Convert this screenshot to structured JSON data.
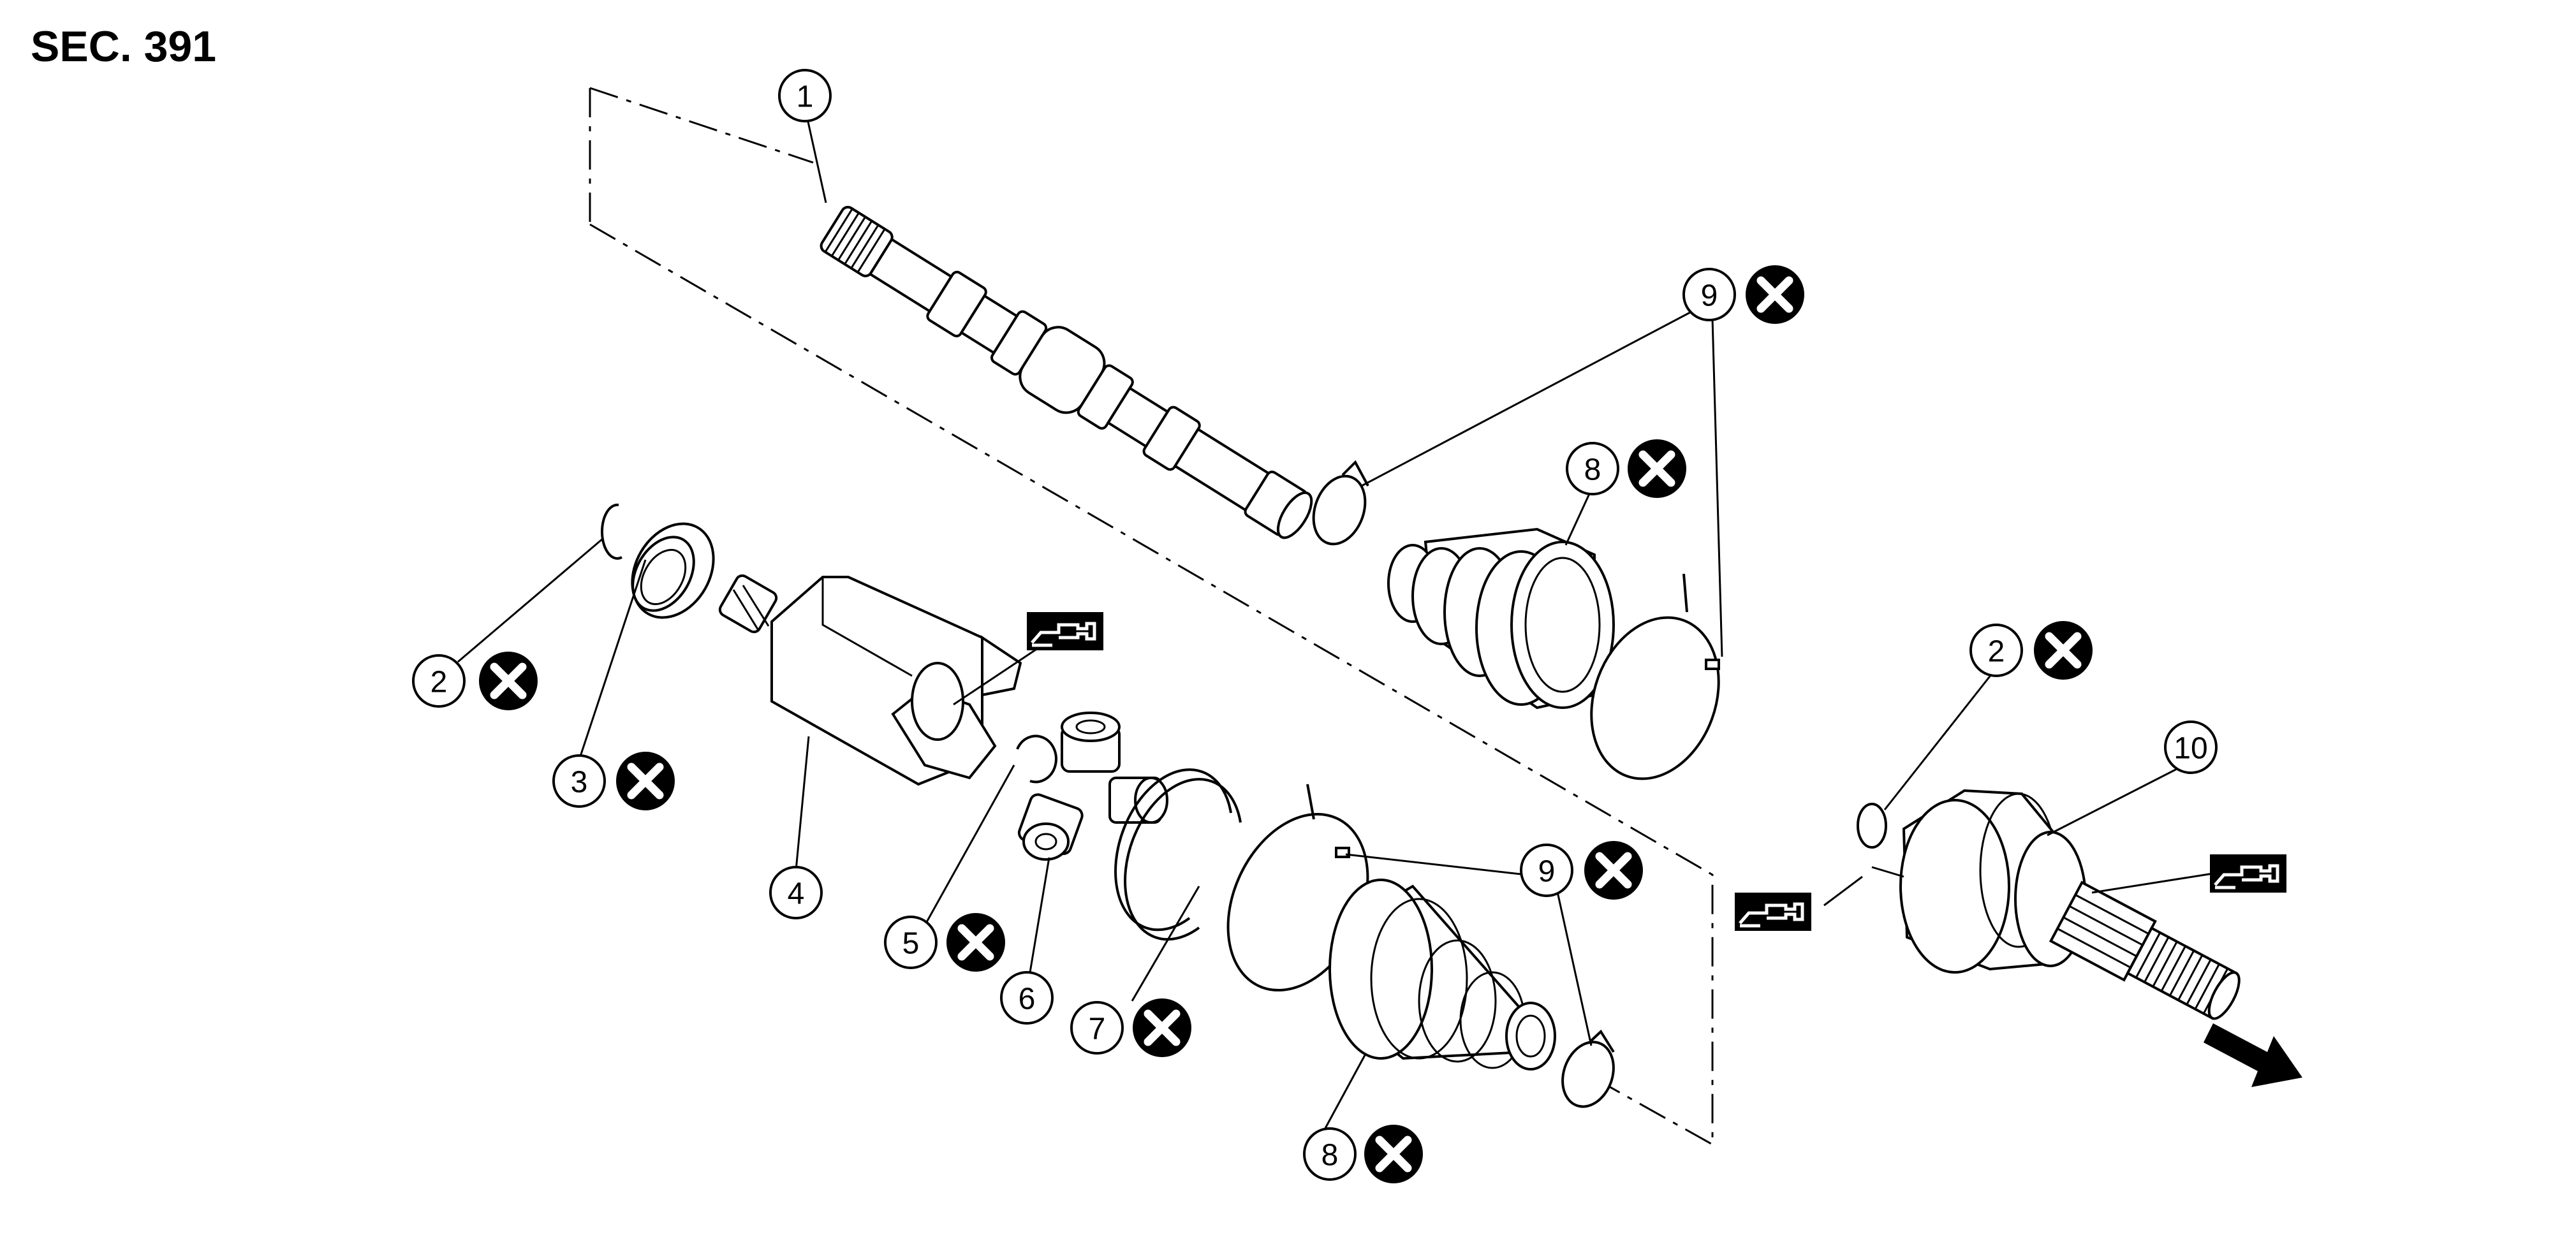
{
  "section_label": "SEC. 391",
  "callouts": [
    {
      "id": "c1",
      "number": "1",
      "part": "shaft",
      "replace": false
    },
    {
      "id": "c2a",
      "number": "2",
      "part": "circular-clip",
      "replace": true
    },
    {
      "id": "c3",
      "number": "3",
      "part": "dust-shield",
      "replace": true
    },
    {
      "id": "c4",
      "number": "4",
      "part": "housing",
      "replace": false
    },
    {
      "id": "c5",
      "number": "5",
      "part": "snap-ring",
      "replace": true
    },
    {
      "id": "c6",
      "number": "6",
      "part": "spider-assembly",
      "replace": false
    },
    {
      "id": "c7",
      "number": "7",
      "part": "stopper-ring",
      "replace": true
    },
    {
      "id": "c8a",
      "number": "8",
      "part": "boot-upper",
      "replace": true
    },
    {
      "id": "c8b",
      "number": "8",
      "part": "boot-lower",
      "replace": true
    },
    {
      "id": "c9a",
      "number": "9",
      "part": "boot-bands-upper",
      "replace": true
    },
    {
      "id": "c9b",
      "number": "9",
      "part": "boot-bands-lower",
      "replace": true
    },
    {
      "id": "c2b",
      "number": "2",
      "part": "circular-clip-wheel-side",
      "replace": true
    },
    {
      "id": "c10",
      "number": "10",
      "part": "joint-sub-assembly",
      "replace": false
    }
  ],
  "symbols": {
    "replace_icon": "x-circle-icon",
    "grease_icon": "grease-gun-icon",
    "direction_icon": "arrow-icon"
  },
  "colors": {
    "ink": "#000000",
    "paper": "#ffffff"
  }
}
